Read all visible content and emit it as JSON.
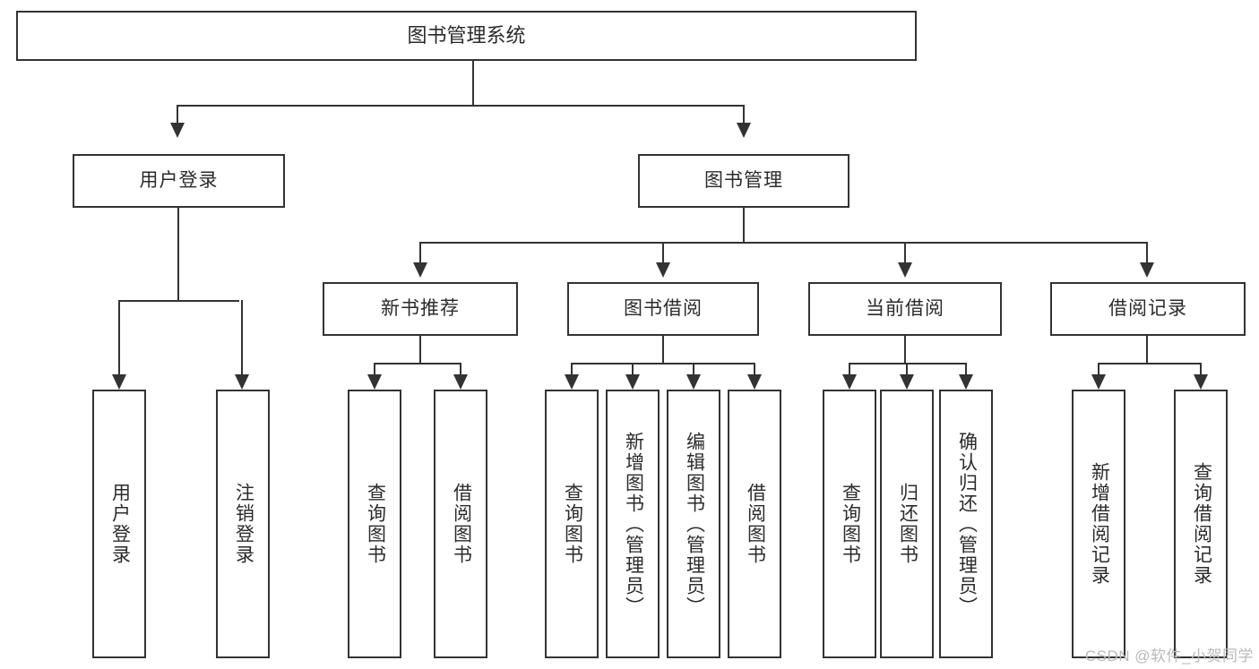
{
  "diagram": {
    "title": "图书管理系统",
    "root": {
      "label": "图书管理系统"
    },
    "level2": [
      {
        "label": "用户登录"
      },
      {
        "label": "图书管理"
      }
    ],
    "level3": [
      {
        "label": "新书推荐"
      },
      {
        "label": "图书借阅"
      },
      {
        "label": "当前借阅"
      },
      {
        "label": "借阅记录"
      }
    ],
    "leaves": {
      "user_login": [
        {
          "label": "用户登录"
        },
        {
          "label": "注销登录"
        }
      ],
      "new_book_recommend": [
        {
          "label": "查询图书"
        },
        {
          "label": "借阅图书"
        }
      ],
      "book_borrow": [
        {
          "label": "查询图书"
        },
        {
          "label": "新增图书（管理员）"
        },
        {
          "label": "编辑图书（管理员）"
        },
        {
          "label": "借阅图书"
        }
      ],
      "current_borrow": [
        {
          "label": "查询图书"
        },
        {
          "label": "归还图书"
        },
        {
          "label": "确认归还（管理员）"
        }
      ],
      "borrow_record": [
        {
          "label": "新增借阅记录"
        },
        {
          "label": "查询借阅记录"
        }
      ]
    }
  },
  "watermark": {
    "text": "CSDN @软件_小贺同学"
  },
  "colors": {
    "stroke": "#333333",
    "text": "#2b2b2b",
    "background": "#ffffff",
    "watermark": "#b9b9b9"
  }
}
